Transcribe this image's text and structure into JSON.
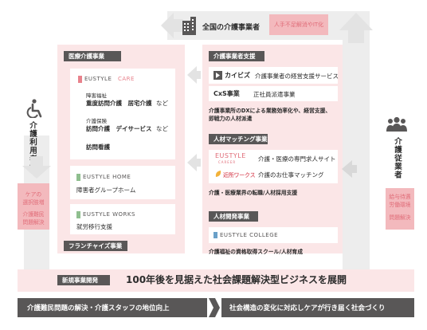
{
  "top": {
    "title": "全国の介護事業者",
    "badge": "人手不足解消やIT化"
  },
  "left_side": {
    "title": "介護利用者様",
    "pink_lines": [
      "ケアの",
      "選択肢増",
      "介護難民",
      "問題解決"
    ]
  },
  "right_side": {
    "title": "介護従業者",
    "pink_lines": [
      "給与待遇",
      "労働環境",
      "問題解決"
    ]
  },
  "medical": {
    "header": "医療介護事業",
    "care_logo_a": "EUSTYLE",
    "care_logo_b": "CARE",
    "welfare_label": "障害福祉",
    "welfare_services": "重度訪問介護　居宅介護",
    "welfare_etc": "など",
    "insurance_label": "介護保険",
    "insurance_services": "訪問介護　デイサービス",
    "insurance_etc": "など",
    "nursing": "訪問看護",
    "home_logo": "EUSTYLE HOME",
    "home_desc": "障害者グループホーム",
    "works_logo": "EUSTYLE WORKS",
    "works_desc": "就労移行支援",
    "franchise": "フランチャイズ事業"
  },
  "support": {
    "header": "介護事業者支援",
    "kaibiz_logo": "カイビズ",
    "kaibiz_desc": "介護事業者の経営支援サービス",
    "cxs_label": "CxS事業",
    "cxs_desc": "正社員派遣事業",
    "summary": [
      "介護事業所のDXによる業務効率化や、経営支援、",
      "即戦力の人材派遣"
    ]
  },
  "matching": {
    "header": "人材マッチング事業",
    "career_logo": "EUSTYLE",
    "career_sub": "CAREER",
    "career_desc": "介護・医療の専門求人サイト",
    "kinjo_logo": "近所ワークス",
    "kinjo_desc": "介護のお仕事マッチング",
    "summary": "介護・医療業界の転職/人材採用支援"
  },
  "development": {
    "header": "人材開発事業",
    "college_logo": "EUSTYLE COLLEGE",
    "summary": "介護福祉の資格取得スクール/人材育成"
  },
  "new_business": {
    "label": "新規事業開発",
    "text": "100年後を見据えた社会課題解決型ビジネスを展開"
  },
  "bottom": {
    "left": "介護難民問題の解決・介護スタッフの地位向上",
    "right": "社会構造の変化に対応しケアが行き届く社会づくり"
  },
  "colors": {
    "pink_bg": "#fbe6e7",
    "pink_accent": "#f3b9bd",
    "pink_text": "#e06c78",
    "dark": "#595757",
    "grey_bg": "#ededed"
  },
  "icons": [
    "building-icon",
    "wheelchair-icon",
    "people-group-icon",
    "kaibiz-logo-icon",
    "kinjo-works-leaf-icon"
  ]
}
